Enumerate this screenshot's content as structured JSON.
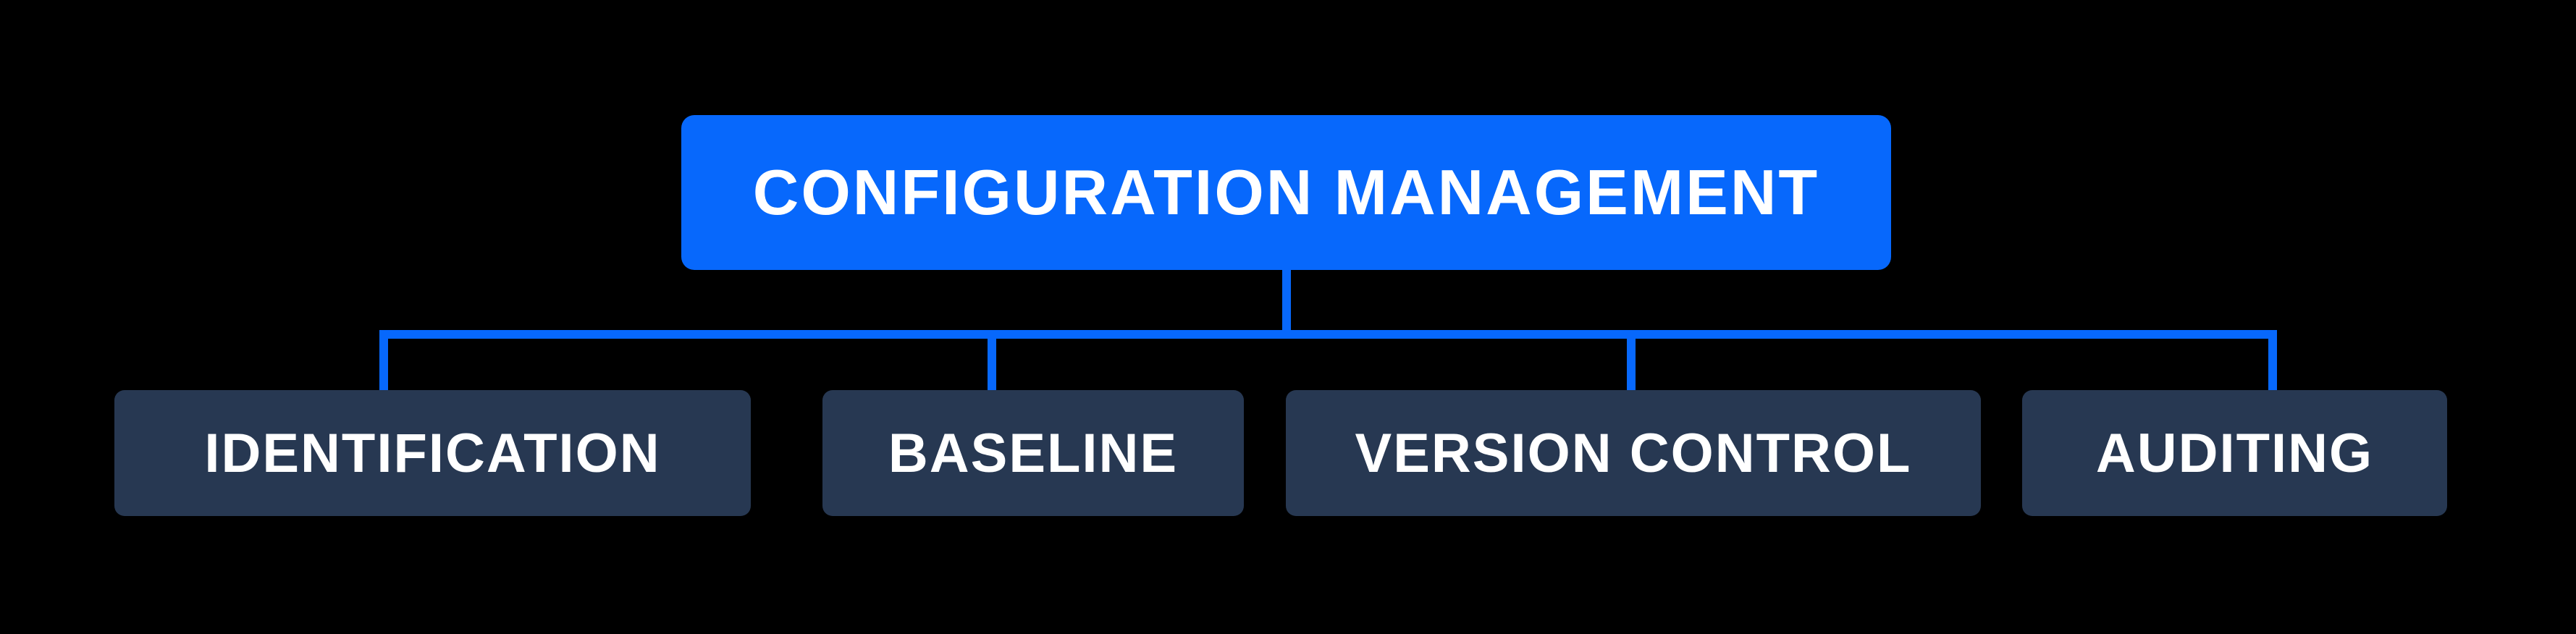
{
  "canvas": {
    "background": "#000000"
  },
  "colors": {
    "node_primary_blue": "#0768fc",
    "node_secondary_navy": "#273852",
    "connector_blue": "#0768fc",
    "text_white": "#ffffff"
  },
  "diagram": {
    "title_node": {
      "label": "CONFIGURATION MANAGEMENT"
    },
    "child_nodes": [
      {
        "label": "IDENTIFICATION"
      },
      {
        "label": "BASELINE"
      },
      {
        "label": "VERSION CONTROL"
      },
      {
        "label": "AUDITING"
      }
    ]
  }
}
